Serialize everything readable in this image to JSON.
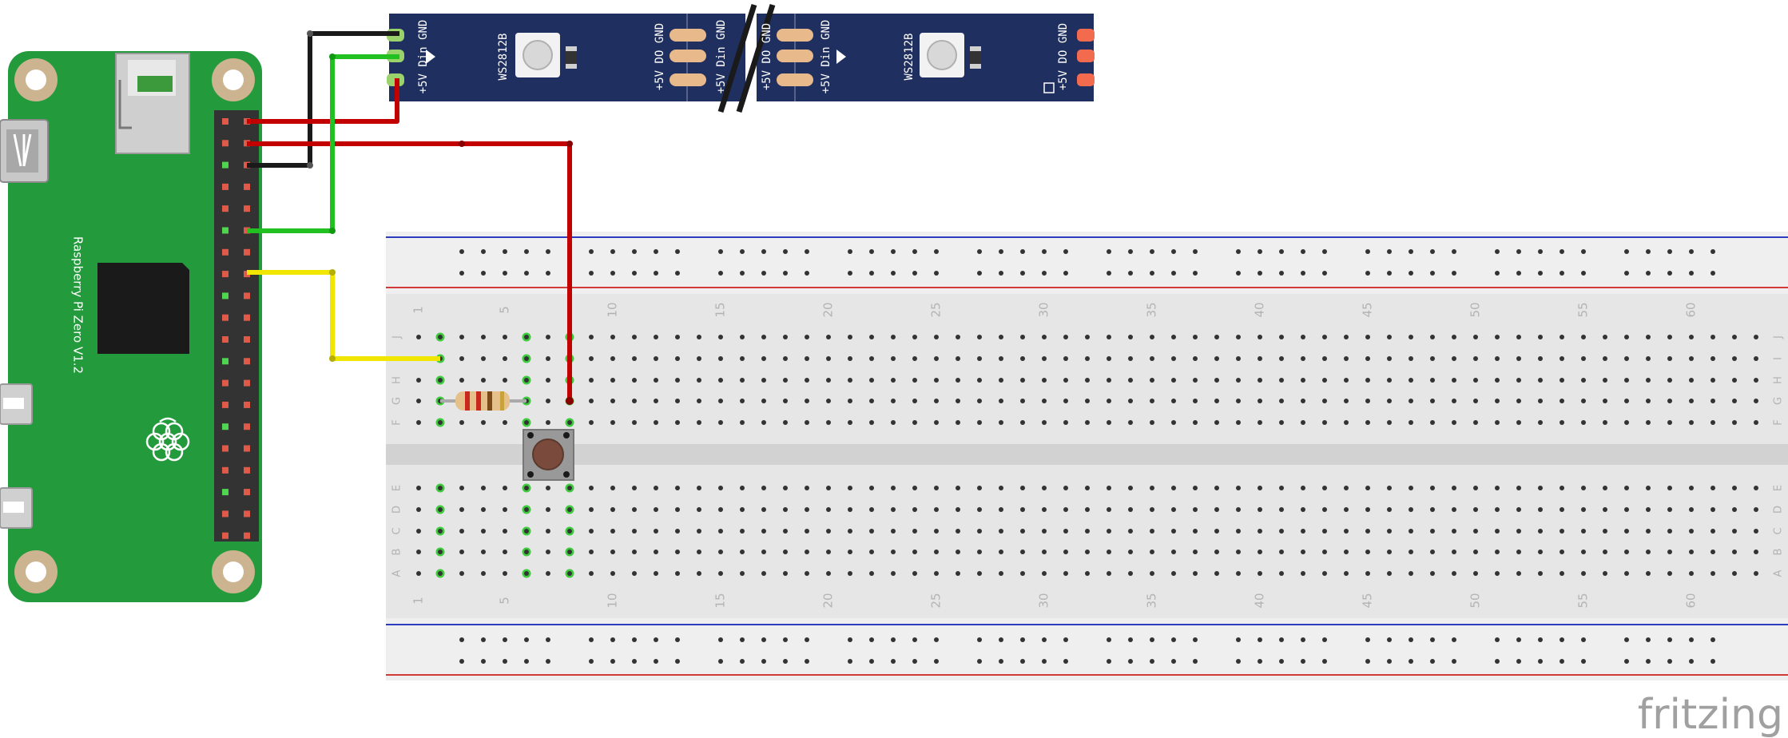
{
  "pi_board": {
    "label": "Raspberry Pi Zero V1.2",
    "color": "#239b3c"
  },
  "led_strip": {
    "chip_label": "WS2812B",
    "pin_gnd": "GND",
    "pin_din": "Din",
    "pin_do": "DO",
    "pin_5v": "+5V",
    "color": "#1f2f5f"
  },
  "breadboard": {
    "top_rows": [
      "J",
      "I",
      "H",
      "G",
      "F"
    ],
    "bottom_rows": [
      "E",
      "D",
      "C",
      "B",
      "A"
    ],
    "column_labels": [
      "1",
      "5",
      "10",
      "15",
      "20",
      "25",
      "30",
      "35",
      "40",
      "45",
      "50",
      "55",
      "60"
    ]
  },
  "wires": {
    "ground": "#1a1a1a",
    "power": "#c30000",
    "data": "#22c122",
    "button": "#f0e600"
  },
  "brand": {
    "name": "fritzing"
  }
}
